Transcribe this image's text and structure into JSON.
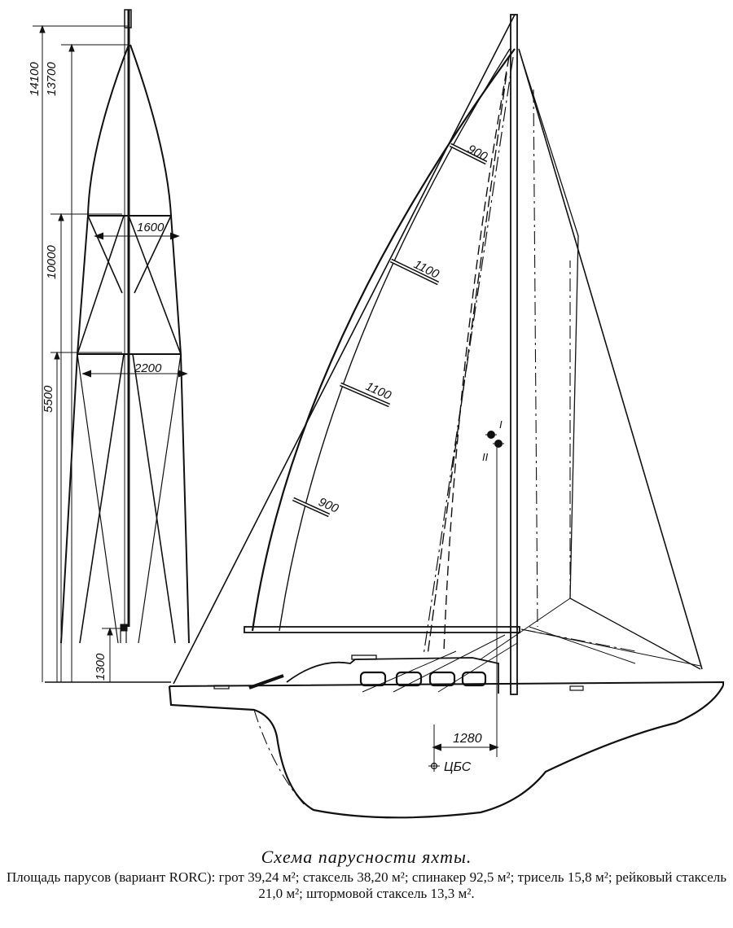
{
  "diagram": {
    "rig_dimensions": {
      "total_height": "14100",
      "forestay_height": "13700",
      "upper_spreader": "10000",
      "lower_spreader": "5500",
      "mast_foot": "1300",
      "upper_spreader_width": "1600",
      "lower_spreader_width": "2200"
    },
    "batten_labels": [
      "900",
      "1100",
      "1100",
      "900"
    ],
    "center_marks": {
      "mark_1": "I",
      "mark_2": "II"
    },
    "lateral_center": {
      "offset": "1280",
      "label": "ЦБС"
    }
  },
  "caption": {
    "title": "Схема парусности яхты.",
    "text": "Площадь парусов (вариант RORC): грот 39,24 м²; стаксель 38,20 м²; спинакер 92,5 м²; трисель 15,8 м²; рейковый стаксель 21,0 м²; штормовой стаксель 13,3 м²."
  }
}
